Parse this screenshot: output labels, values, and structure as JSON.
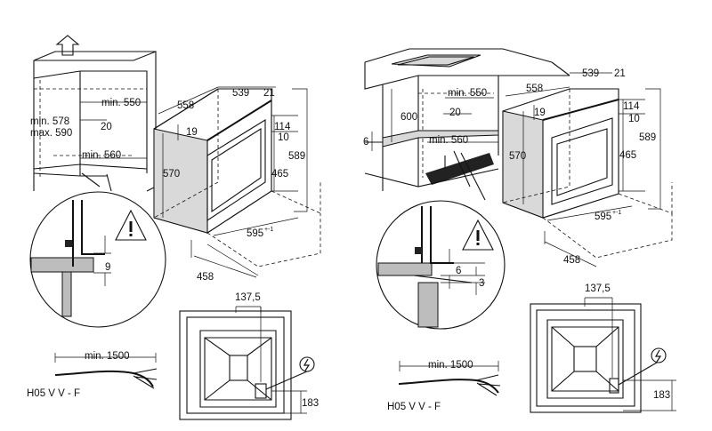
{
  "left_diagram": {
    "title": "",
    "niche_height_label": "min. 578\nmax. 590",
    "niche_height_line1": "min. 578",
    "niche_height_line2": "max. 590",
    "niche_depth_top": "min. 550",
    "niche_gap": "20",
    "niche_depth_bottom": "min. 560",
    "oven_depth": "558",
    "oven_width_top": "539",
    "oven_front_offset": "21",
    "oven_top_gap": "19",
    "oven_height": "570",
    "panel_114": "114",
    "panel_10": "10",
    "panel_465": "465",
    "oven_total_height": "589",
    "oven_width_bottom": "595",
    "oven_width_tol": "+-1",
    "oven_depth_bottom": "458",
    "detail_gap": "9",
    "rear_offset": "137,5",
    "rear_height": "183",
    "cable_length": "min. 1500",
    "cable_type": "H05 V V - F"
  },
  "right_diagram": {
    "cabinet_height": "600",
    "niche_depth_top": "min. 550",
    "niche_gap": "20",
    "niche_depth_bottom": "min. 560",
    "side_gap": "6",
    "oven_depth": "558",
    "oven_width_top": "539",
    "oven_front_offset": "21",
    "oven_top_gap": "19",
    "oven_height": "570",
    "panel_114": "114",
    "panel_10": "10",
    "panel_465": "465",
    "oven_total_height": "589",
    "oven_width_bottom": "595",
    "oven_width_tol": "+-1",
    "oven_depth_bottom": "458",
    "detail_gap_top": "6",
    "detail_gap_bottom": "3",
    "rear_offset": "137,5",
    "rear_height": "183",
    "cable_length": "min. 1500",
    "cable_type": "H05 V V - F"
  },
  "icons": [
    "up-arrow-icon",
    "warning-icon",
    "electric-plug-icon"
  ]
}
